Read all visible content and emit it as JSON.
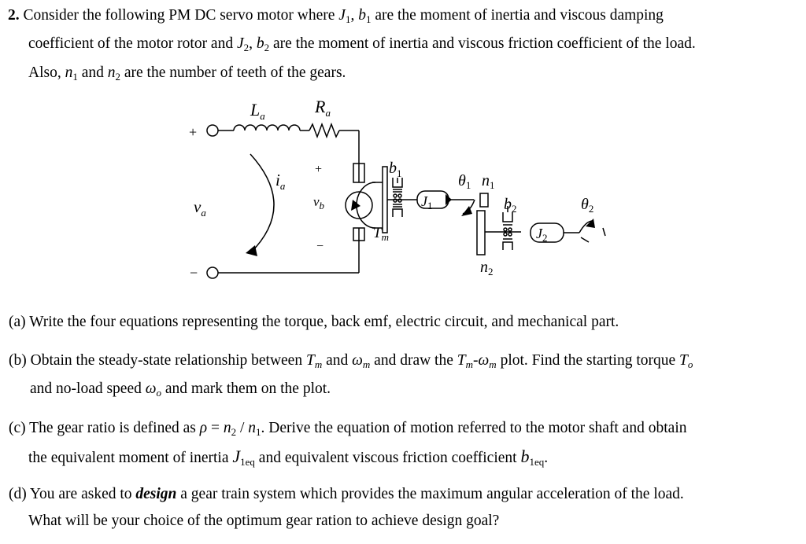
{
  "problem": {
    "number": "2.",
    "intro": {
      "l1_a": "Consider the following PM DC servo motor where ",
      "l1_b": " are the moment of inertia and viscous damping",
      "l2_a": "coefficient of the motor rotor and ",
      "l2_b": " are the moment of inertia and viscous friction coefficient of the load.",
      "l3_a": "Also, ",
      "l3_b": " and ",
      "l3_c": " are the number of teeth of the gears."
    },
    "parts": {
      "a": "(a) Write the four equations representing the torque, back emf, electric circuit, and mechanical part.",
      "b1_a": "(b) Obtain the steady-state relationship between ",
      "b1_b": " and ",
      "b1_c": " and draw the ",
      "b1_d": " plot. Find the starting torque ",
      "b2_a": "and no-load speed ",
      "b2_b": " and mark them on the plot.",
      "c1_a": "(c) The gear ratio is defined as ",
      "c1_b": ". Derive the equation of motion referred to the motor shaft and obtain",
      "c2_a": "the equivalent moment of inertia ",
      "c2_b": " and equivalent viscous friction coefficient ",
      "d1_a": "(d) You are asked to ",
      "d1_b": "design",
      "d1_c": " a gear train system which provides the maximum angular acceleration of the load.",
      "d2": "What will be your choice of the optimum gear ration to achieve design goal?"
    }
  },
  "diagram": {
    "labels": {
      "La": "L",
      "La_sub": "a",
      "Ra": "R",
      "Ra_sub": "a",
      "ia": "i",
      "ia_sub": "a",
      "va": "v",
      "va_sub": "a",
      "vb": "v",
      "vb_sub": "b",
      "plus_top": "+",
      "plus_mid": "+",
      "minus_mid": "−",
      "minus_bottom": "−",
      "b1": "b",
      "b1_sub": "1",
      "J1": "J",
      "J1_sub": "1",
      "Tm": "T",
      "Tm_sub": "m",
      "theta1": "θ",
      "theta1_sub": "1",
      "n1": "n",
      "n1_sub": "1",
      "b2": "b",
      "b2_sub": "2",
      "J2": "J",
      "J2_sub": "2",
      "theta2": "θ",
      "theta2_sub": "2",
      "n2": "n",
      "n2_sub": "2"
    }
  }
}
